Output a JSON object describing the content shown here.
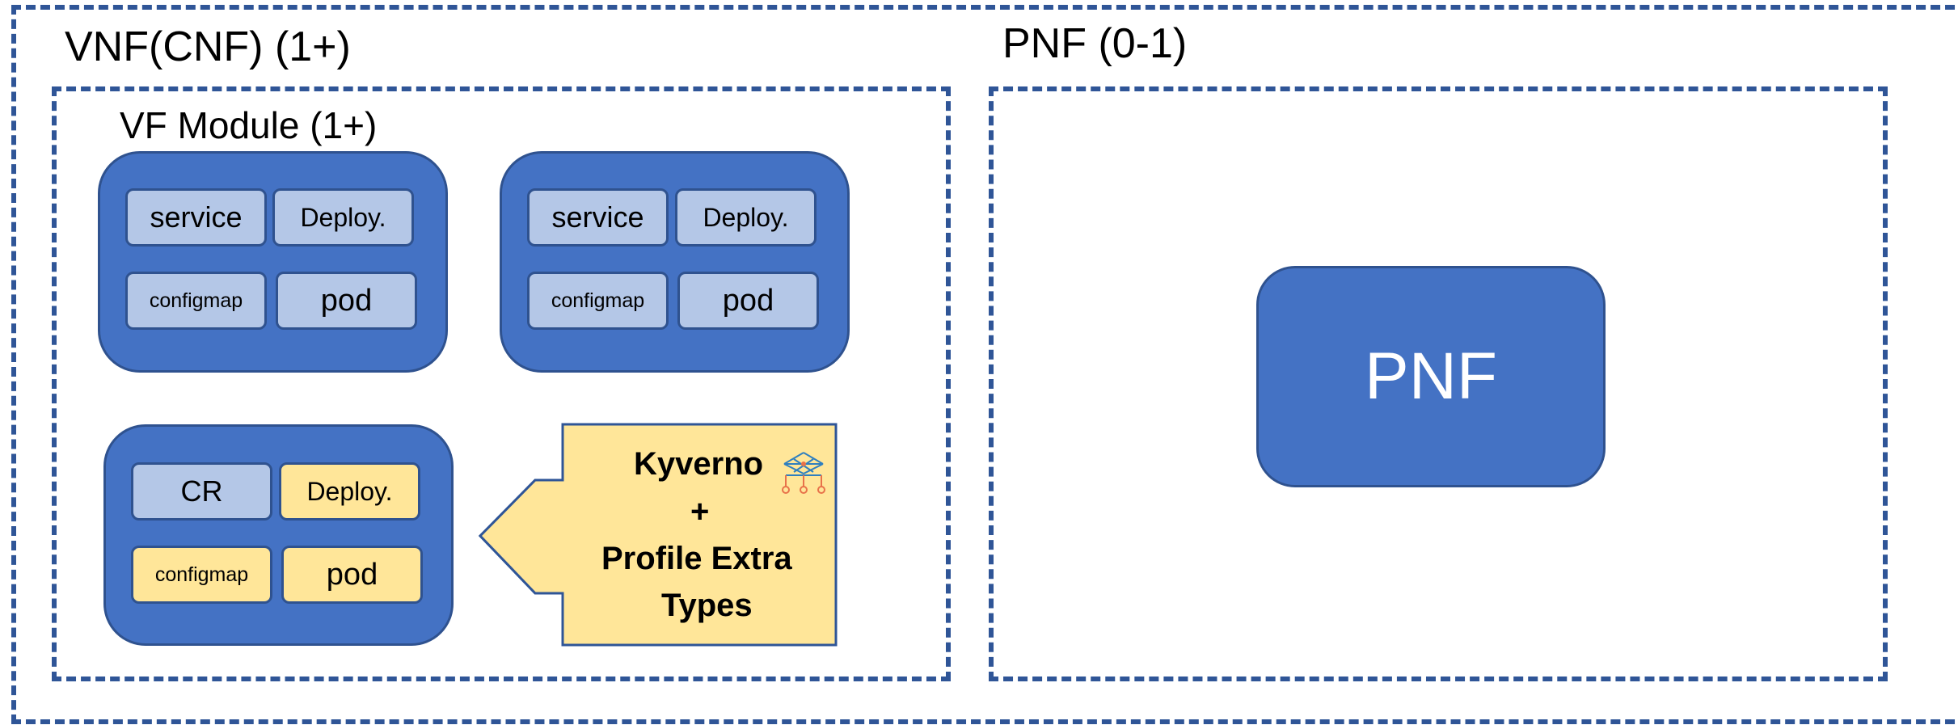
{
  "outer_container": {
    "vnf_label": "VNF(CNF) (1+)",
    "pnf_label": "PNF (0-1)"
  },
  "vnf": {
    "vf_module_label": "VF Module (1+)",
    "modules": [
      {
        "res": [
          "service",
          "Deploy.",
          "configmap",
          "pod"
        ]
      },
      {
        "res": [
          "service",
          "Deploy.",
          "configmap",
          "pod"
        ]
      },
      {
        "res": [
          "CR",
          "Deploy.",
          "configmap",
          "pod"
        ]
      }
    ]
  },
  "callout": {
    "title": "Kyverno",
    "plus": "+",
    "line1": "Profile Extra",
    "line2": "Types",
    "icon": "kyverno-logo-icon",
    "fill": "#ffe699",
    "border": "#2f5597"
  },
  "pnf": {
    "box_label": "PNF"
  },
  "colors": {
    "dash": "#2f5597",
    "module_fill": "#4472c4",
    "resource_fill": "#b4c7e7",
    "highlight_fill": "#ffe699"
  }
}
